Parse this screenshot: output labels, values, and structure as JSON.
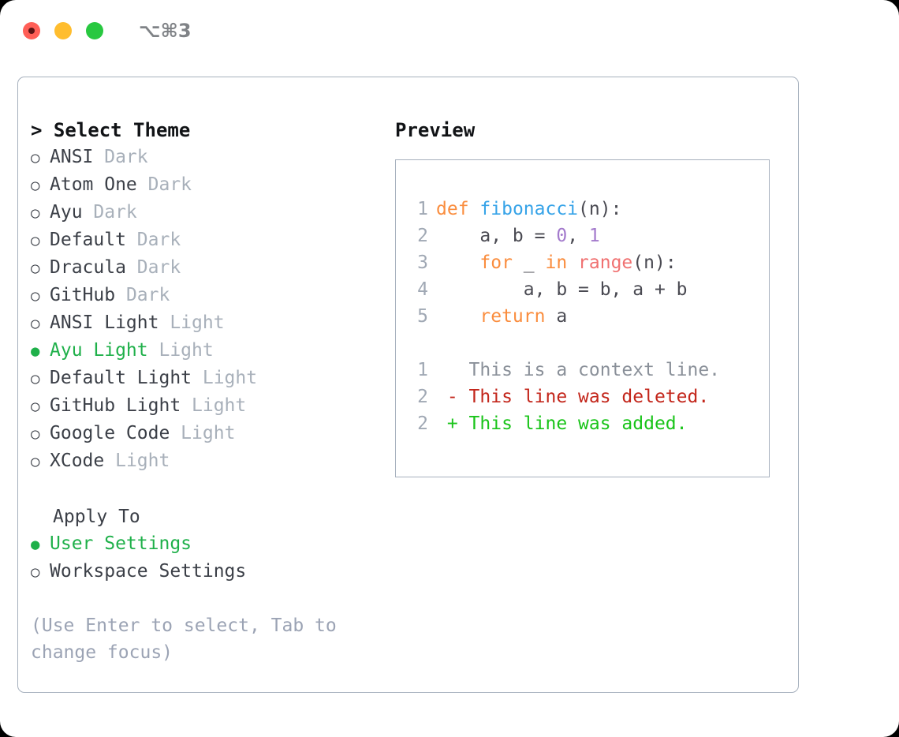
{
  "titlebar": {
    "dots": [
      {
        "name": "close",
        "color": "#ff5f57"
      },
      {
        "name": "minimize",
        "color": "#ffbd2e"
      },
      {
        "name": "maximize",
        "color": "#28c840"
      }
    ],
    "shortcut": "⌥⌘3"
  },
  "theme_panel": {
    "header": "> Select Theme",
    "options": [
      {
        "marker": "○",
        "name": "ANSI",
        "kind": "Dark",
        "selected": false
      },
      {
        "marker": "○",
        "name": "Atom One",
        "kind": "Dark",
        "selected": false
      },
      {
        "marker": "○",
        "name": "Ayu",
        "kind": "Dark",
        "selected": false
      },
      {
        "marker": "○",
        "name": "Default",
        "kind": "Dark",
        "selected": false
      },
      {
        "marker": "○",
        "name": "Dracula",
        "kind": "Dark",
        "selected": false
      },
      {
        "marker": "○",
        "name": "GitHub",
        "kind": "Dark",
        "selected": false
      },
      {
        "marker": "○",
        "name": "ANSI Light",
        "kind": "Light",
        "selected": false
      },
      {
        "marker": "●",
        "name": "Ayu Light",
        "kind": "Light",
        "selected": true
      },
      {
        "marker": "○",
        "name": "Default Light",
        "kind": "Light",
        "selected": false
      },
      {
        "marker": "○",
        "name": "GitHub Light",
        "kind": "Light",
        "selected": false
      },
      {
        "marker": "○",
        "name": "Google Code",
        "kind": "Light",
        "selected": false
      },
      {
        "marker": "○",
        "name": "XCode",
        "kind": "Light",
        "selected": false
      }
    ],
    "apply_to": {
      "title": "Apply To",
      "options": [
        {
          "marker": "●",
          "name": "User Settings",
          "kind": "",
          "selected": true
        },
        {
          "marker": "○",
          "name": "Workspace Settings",
          "kind": "",
          "selected": false
        }
      ]
    },
    "hint": "(Use Enter to select, Tab to change focus)"
  },
  "preview": {
    "title": "Preview",
    "code_lines": [
      {
        "no": "1",
        "tokens": [
          {
            "t": "def",
            "c": "kw"
          },
          {
            "t": " ",
            "c": "pl"
          },
          {
            "t": "fibonacci",
            "c": "fn"
          },
          {
            "t": "(n):",
            "c": "pl"
          }
        ]
      },
      {
        "no": "2",
        "tokens": [
          {
            "t": "    a, b = ",
            "c": "pl"
          },
          {
            "t": "0",
            "c": "num"
          },
          {
            "t": ", ",
            "c": "pl"
          },
          {
            "t": "1",
            "c": "num"
          }
        ]
      },
      {
        "no": "3",
        "tokens": [
          {
            "t": "    ",
            "c": "pl"
          },
          {
            "t": "for",
            "c": "kw"
          },
          {
            "t": " _ ",
            "c": "pl"
          },
          {
            "t": "in",
            "c": "kw"
          },
          {
            "t": " ",
            "c": "pl"
          },
          {
            "t": "range",
            "c": "bi"
          },
          {
            "t": "(n):",
            "c": "pl"
          }
        ]
      },
      {
        "no": "4",
        "tokens": [
          {
            "t": "        a, b = b, a + b",
            "c": "pl"
          }
        ]
      },
      {
        "no": "5",
        "tokens": [
          {
            "t": "    ",
            "c": "pl"
          },
          {
            "t": "return",
            "c": "kw"
          },
          {
            "t": " a",
            "c": "pl"
          }
        ]
      }
    ],
    "diff_lines": [
      {
        "no": "1",
        "marker": " ",
        "text": "This is a context line.",
        "kind": "ctx"
      },
      {
        "no": "2",
        "marker": "-",
        "text": "This line was deleted.",
        "kind": "del"
      },
      {
        "no": "2",
        "marker": "+",
        "text": "This line was added.",
        "kind": "add"
      }
    ]
  },
  "colors": {
    "selected_green": "#1fb04a",
    "muted_gray": "#a8b0ba",
    "hint_gray": "#9ba3b4",
    "border": "#a6b0bd",
    "kw_orange": "#fa8d3e",
    "fn_blue": "#36a3e8",
    "num_purple": "#a37acc",
    "builtin_red": "#f07171",
    "diff_del_red": "#c3261b",
    "diff_add_green": "#19c419"
  }
}
